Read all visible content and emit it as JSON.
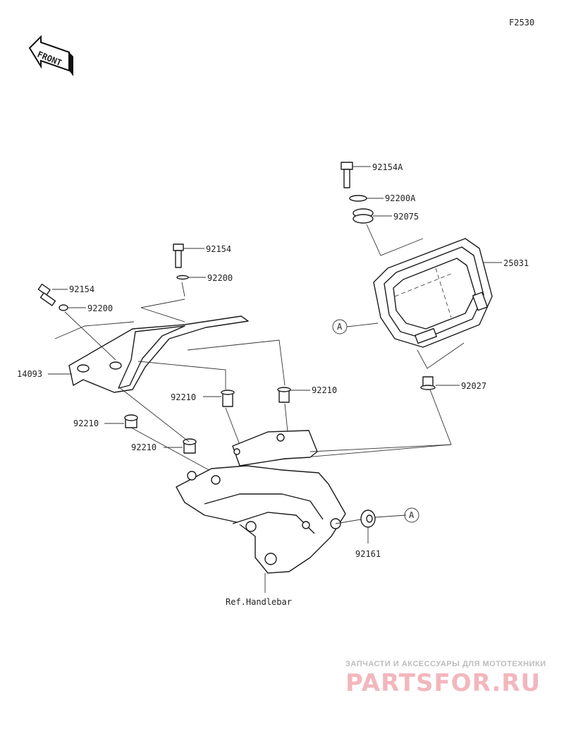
{
  "figure_code": "F2530",
  "front_badge": "FRONT",
  "parts": {
    "p92154A": "92154A",
    "p92200A": "92200A",
    "p92075": "92075",
    "p25031": "25031",
    "p92027": "92027",
    "p92154_upper": "92154",
    "p92200_upper": "92200",
    "p92154_left": "92154",
    "p92200_left": "92200",
    "p14093": "14093",
    "p92210_mid_left": "92210",
    "p92210_mid_right": "92210",
    "p92210_left": "92210",
    "p92210_lower": "92210",
    "p92161": "92161"
  },
  "callouts": {
    "a1": "A",
    "a2": "A"
  },
  "reference": "Ref.Handlebar",
  "watermark": {
    "tagline": "ЗАПЧАСТИ И АКСЕССУАРЫ ДЛЯ МОТОТЕХНИКИ",
    "logo": "PARTSFOR.RU"
  }
}
